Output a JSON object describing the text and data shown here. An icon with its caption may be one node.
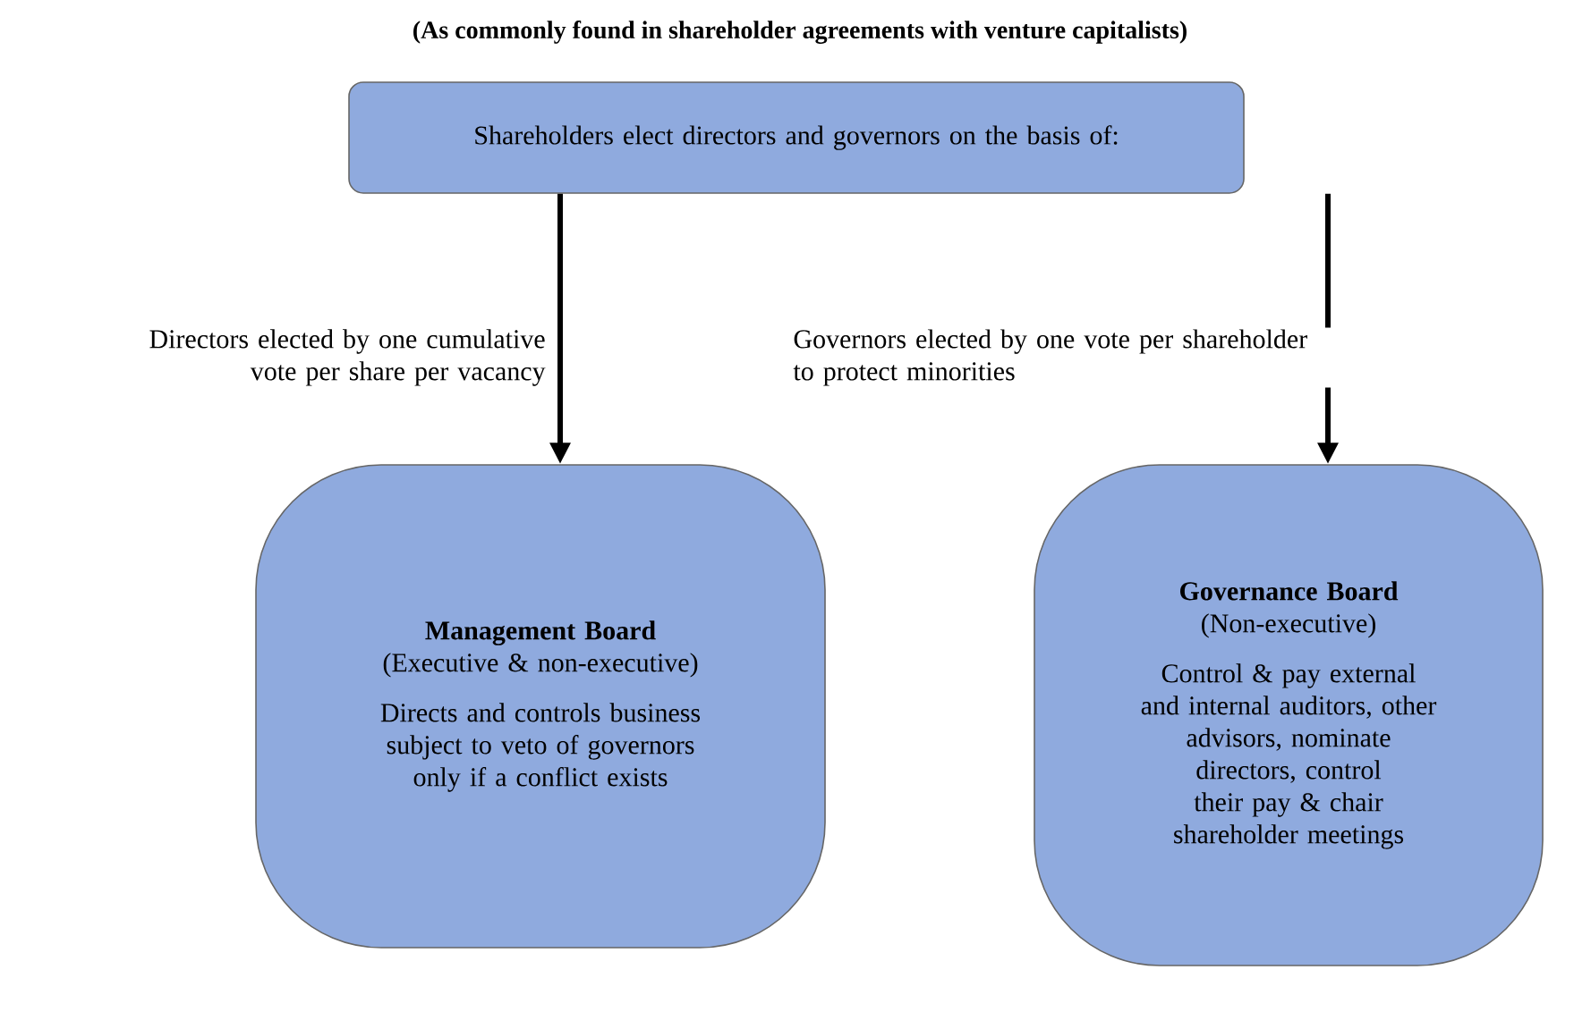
{
  "diagram": {
    "title": "(As commonly found in shareholder agreements with venture capitalists)",
    "nodes": [
      {
        "text": [
          "Shareholders elect directors and governors on the basis of:"
        ]
      },
      {
        "text": [
          "Management Board",
          "(Executive & non-executive)",
          "Directs and controls business subject to veto of governors only if a conflict exists"
        ]
      },
      {
        "text": [
          "Governance Board",
          "(Non-executive)",
          "Control & pay external and internal auditors, other advisors, nominate directors, control their pay & chair shareholder meetings"
        ]
      }
    ],
    "edges": [
      {
        "from": 0,
        "to": 1,
        "arrow": "to",
        "label": "Directors elected by one cumulative vote per share per vacancy"
      },
      {
        "from": 0,
        "to": 2,
        "arrow": "to",
        "label": "Governors elected by one vote per shareholder to protect minorities"
      }
    ]
  }
}
